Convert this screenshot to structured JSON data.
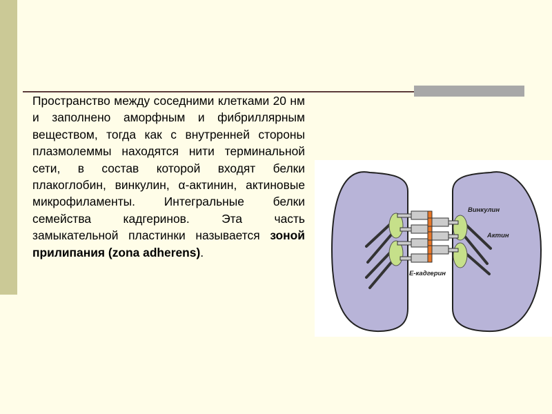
{
  "slide": {
    "body_text": "Пространство между соседними клетками 20 нм и заполнено аморфным и фибриллярным веществом, тогда как с внутренней стороны плазмолеммы находятся нити  терминальной сети, в состав которой входят белки плакоглобин, винкулин, α-актинин, актиновые микрофиламенты. Интегральные белки семейства кадгеринов.  Эта часть замыкательной пластинки называется ",
    "bold_term": "зоной прилипания (zona adherens)",
    "ending": "."
  },
  "diagram": {
    "labels": {
      "vinculin": "Винкулин",
      "actin": "Актин",
      "cadherin": "Е-кадгерин"
    },
    "colors": {
      "cell": "#b8b4d8",
      "plaque": "#c6e08a",
      "cadherin_tip": "#e8782a"
    }
  }
}
